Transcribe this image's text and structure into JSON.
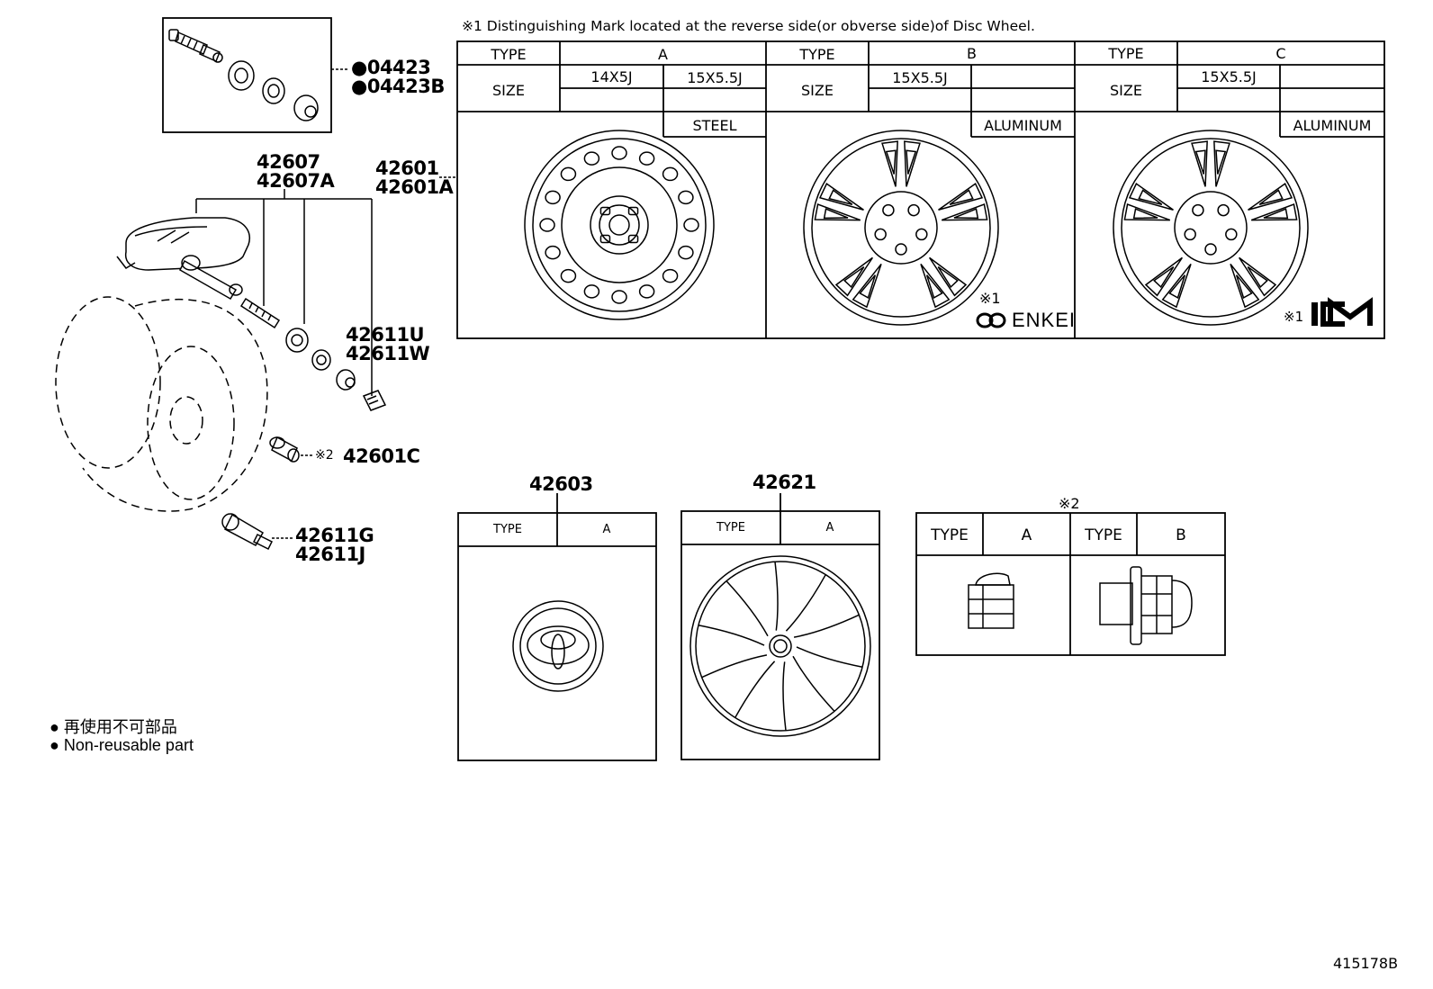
{
  "note_top": "※1 Distinguishing Mark located at the reverse side(or obverse side)of Disc Wheel.",
  "parts": {
    "p04423": "04423",
    "p04423b": "04423B",
    "p42607": "42607",
    "p42607a": "42607A",
    "p42601": "42601",
    "p42601a": "42601A",
    "p42611u": "42611U",
    "p42611w": "42611W",
    "p42601c": "42601C",
    "p42601c_mark": "※2",
    "p42611g": "42611G",
    "p42611j": "42611J",
    "p42603": "42603",
    "p42621": "42621"
  },
  "wheel_table": {
    "type_label": "TYPE",
    "size_label": "SIZE",
    "a": {
      "type": "A",
      "size1": "14X5J",
      "size2": "15X5.5J",
      "material": "STEEL"
    },
    "b": {
      "type": "B",
      "size1": "15X5.5J",
      "material": "ALUMINUM",
      "mark": "※1",
      "brand": "ENKEI"
    },
    "c": {
      "type": "C",
      "size1": "15X5.5J",
      "material": "ALUMINUM",
      "mark": "※1",
      "brand": "ICM"
    }
  },
  "cap_table": {
    "type_label": "TYPE",
    "type_value": "A"
  },
  "cover_table": {
    "type_label": "TYPE",
    "type_value": "A"
  },
  "nut_table": {
    "mark": "※2",
    "type_label": "TYPE",
    "type_a": "A",
    "type_b": "B"
  },
  "legend": {
    "line1": "● 再使用不可部品",
    "line2": "● Non-reusable part"
  },
  "bullet": "●",
  "figure_id": "415178B"
}
